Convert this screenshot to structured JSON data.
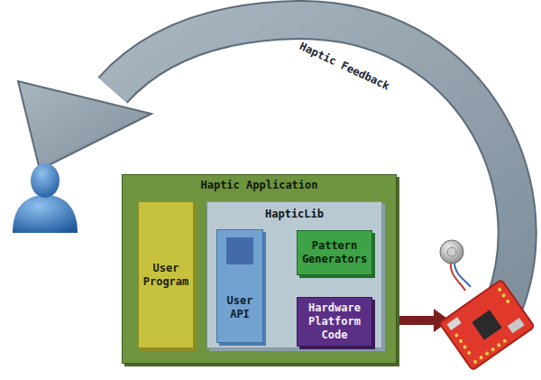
{
  "diagram": {
    "nodes": [
      {
        "text": [
          "Haptic Application"
        ]
      },
      {
        "text": [
          "User Program"
        ],
        "in": 0
      },
      {
        "text": [
          "HapticLib"
        ],
        "in": 0
      },
      {
        "text": [
          "User API"
        ],
        "in": 2
      },
      {
        "text": [
          "Pattern Generators"
        ],
        "in": 2
      },
      {
        "text": [
          "Hardware Platform Code"
        ],
        "in": 2
      }
    ],
    "edges": [
      {
        "from": 1,
        "to": 4,
        "arrow": "both"
      },
      {
        "from": 4,
        "to": 5,
        "arrow": "to"
      },
      {
        "from": 3,
        "to": 5,
        "arrow": "to"
      }
    ],
    "labels": [
      "Haptic Feedback"
    ]
  }
}
